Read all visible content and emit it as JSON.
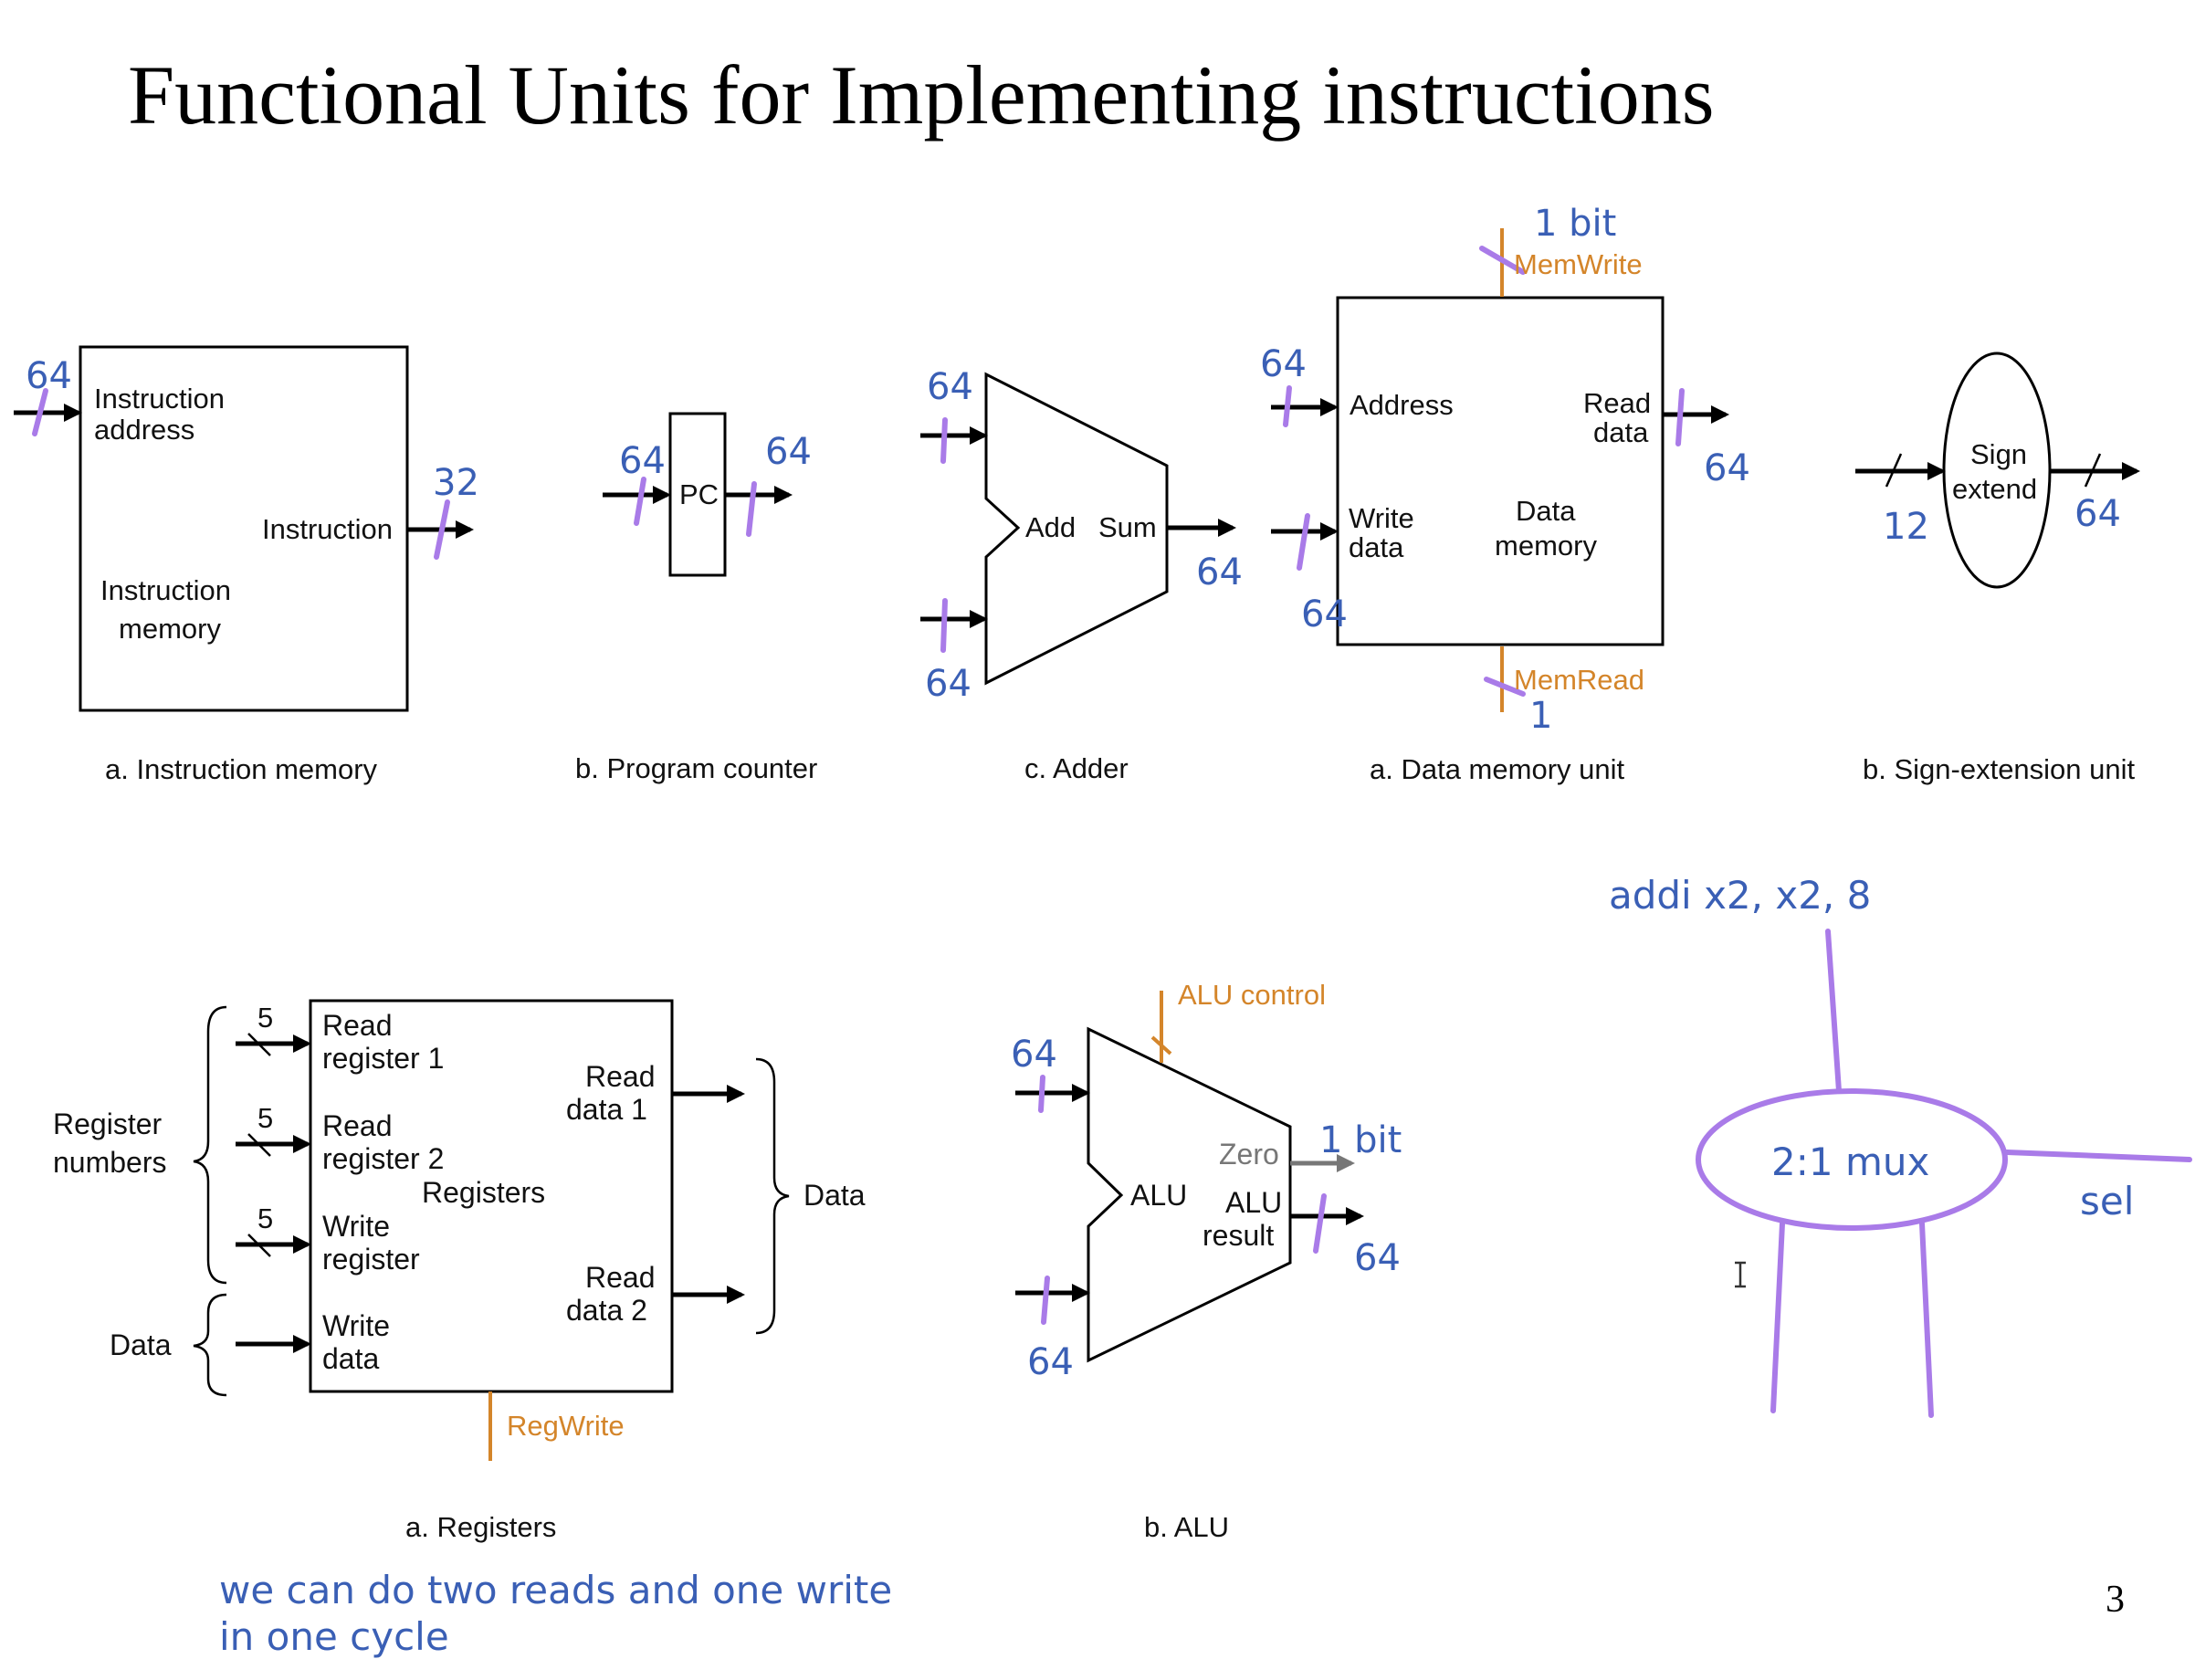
{
  "title": "Functional Units for Implementing instructions",
  "page_number": "3",
  "instruction_memory": {
    "addr_label_1": "Instruction",
    "addr_label_2": "address",
    "out_label": "Instruction",
    "name_1": "Instruction",
    "name_2": "memory",
    "caption": "a. Instruction memory",
    "ann_in": "64",
    "ann_out": "32"
  },
  "program_counter": {
    "label": "PC",
    "caption": "b. Program counter",
    "ann_in": "64",
    "ann_out": "64"
  },
  "adder": {
    "add_label": "Add",
    "sum_label": "Sum",
    "caption": "c. Adder",
    "ann_in_top": "64",
    "ann_in_bottom": "64",
    "ann_out": "64"
  },
  "data_memory": {
    "address": "Address",
    "read_1": "Read",
    "read_2": "data",
    "write_1": "Write",
    "write_2": "data",
    "name_1": "Data",
    "name_2": "memory",
    "mem_write": "MemWrite",
    "mem_read": "MemRead",
    "caption": "a. Data memory unit",
    "ann_bit": "1 bit",
    "ann_addr": "64",
    "ann_read": "64",
    "ann_write": "64",
    "ann_memread": "1"
  },
  "sign_extend": {
    "label_1": "Sign",
    "label_2": "extend",
    "caption": "b. Sign-extension unit",
    "ann_in": "12",
    "ann_out": "64"
  },
  "registers": {
    "rr1_1": "Read",
    "rr1_2": "register 1",
    "rr2_1": "Read",
    "rr2_2": "register 2",
    "wr_1": "Write",
    "wr_2": "register",
    "wd_1": "Write",
    "wd_2": "data",
    "name": "Registers",
    "rd1_1": "Read",
    "rd1_2": "data 1",
    "rd2_1": "Read",
    "rd2_2": "data 2",
    "bits": [
      "5",
      "5",
      "5"
    ],
    "reg_numbers_1": "Register",
    "reg_numbers_2": "numbers",
    "data_left": "Data",
    "data_right": "Data",
    "reg_write": "RegWrite",
    "caption": "a. Registers"
  },
  "alu": {
    "control": "ALU control",
    "label": "ALU",
    "zero": "Zero",
    "result_1": "ALU",
    "result_2": "result",
    "caption": "b. ALU",
    "ann_in_top": "64",
    "ann_in_bottom": "64",
    "ann_bit": "1 bit",
    "ann_out": "64"
  },
  "annotations": {
    "instruction": "addi x2, x2, 8",
    "mux": "2:1 mux",
    "sel": "sel",
    "note_1": "we can do two reads and one write",
    "note_2": "in one cycle"
  }
}
